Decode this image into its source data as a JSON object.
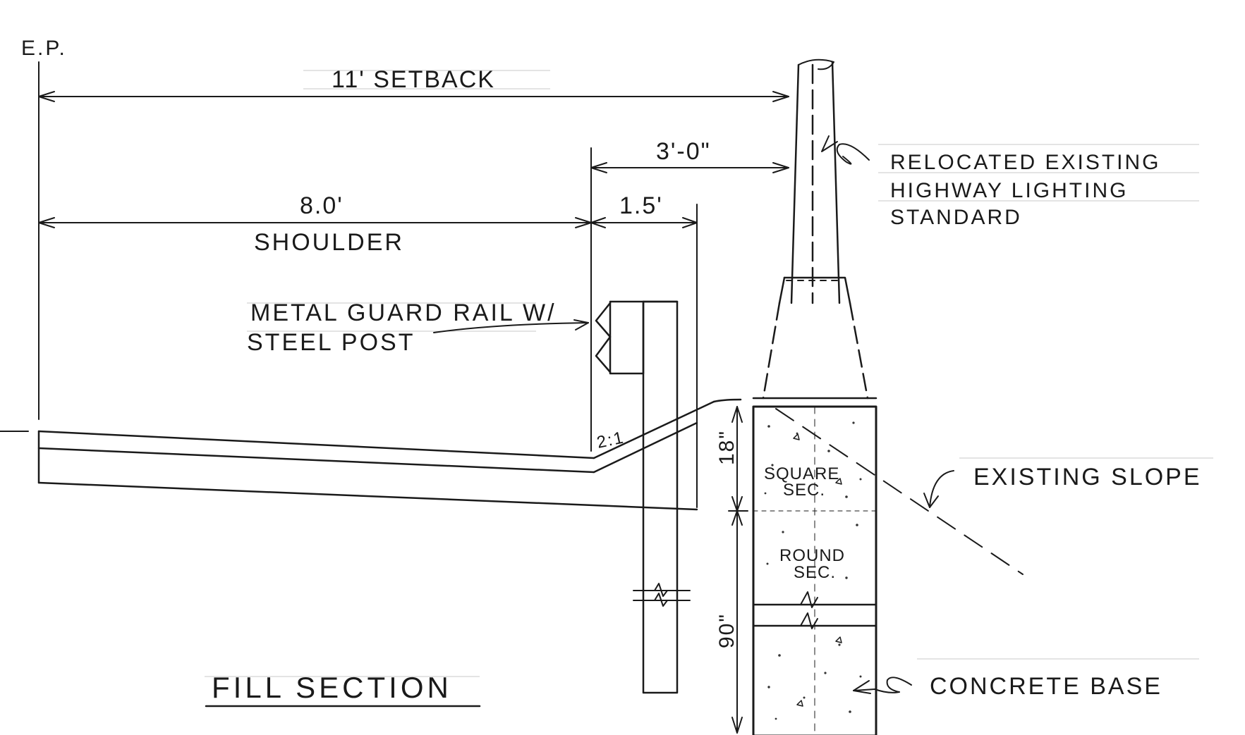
{
  "labels": {
    "ep": "E.P.",
    "setback": "11' SETBACK",
    "dim_3ft": "3'-0\"",
    "dim_8ft": "8.0'",
    "dim_1_5ft": "1.5'",
    "shoulder": "SHOULDER",
    "guard_rail_line1": "METAL GUARD RAIL W/",
    "guard_rail_line2": "STEEL POST",
    "slope_ratio": "2:1",
    "lighting_line1": "RELOCATED EXISTING",
    "lighting_line2": "HIGHWAY LIGHTING",
    "lighting_line3": "STANDARD",
    "existing_slope": "EXISTING SLOPE",
    "dim_18in": "18\"",
    "square_sec_line1": "SQUARE",
    "square_sec_line2": "SEC.",
    "round_sec_line1": "ROUND",
    "round_sec_line2": "SEC.",
    "dim_90in": "90\"",
    "concrete_base": "CONCRETE BASE",
    "fill_section": "FILL SECTION"
  },
  "colors": {
    "ink": "#1a1a1a",
    "paper": "#ffffff"
  }
}
